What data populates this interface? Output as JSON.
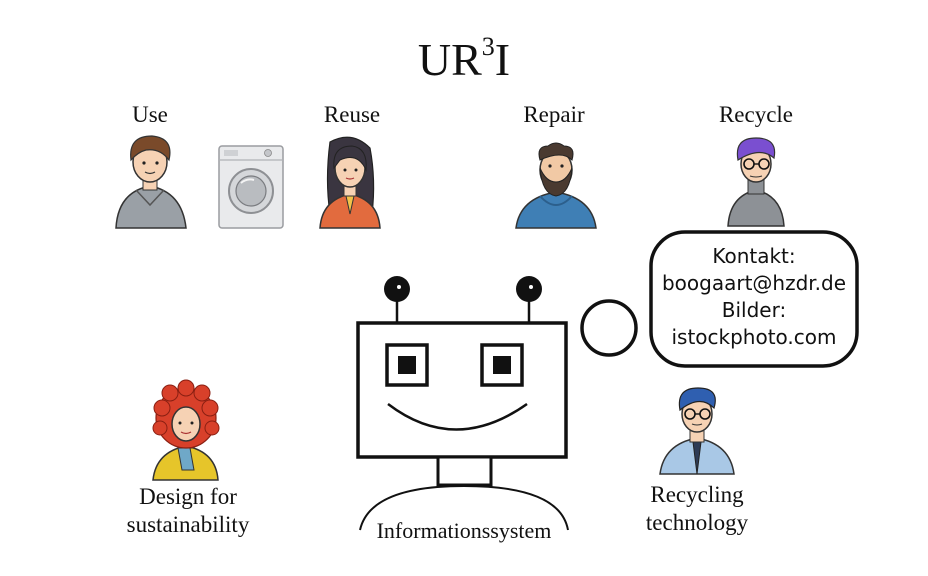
{
  "title": {
    "main": "UR",
    "superscript": "3",
    "suffix": "I"
  },
  "categories": {
    "use": "Use",
    "reuse": "Reuse",
    "repair": "Repair",
    "recycle": "Recycle"
  },
  "people": {
    "design_line1": "Design for",
    "design_line2": "sustainability",
    "recycling_line1": "Recycling",
    "recycling_line2": "technology"
  },
  "robot": {
    "label": "Informationssystem"
  },
  "speech_bubble": {
    "line1": "Kontakt:",
    "line2": "boogaart@hzdr.de",
    "line3": "Bilder:",
    "line4": "istockphoto.com"
  }
}
